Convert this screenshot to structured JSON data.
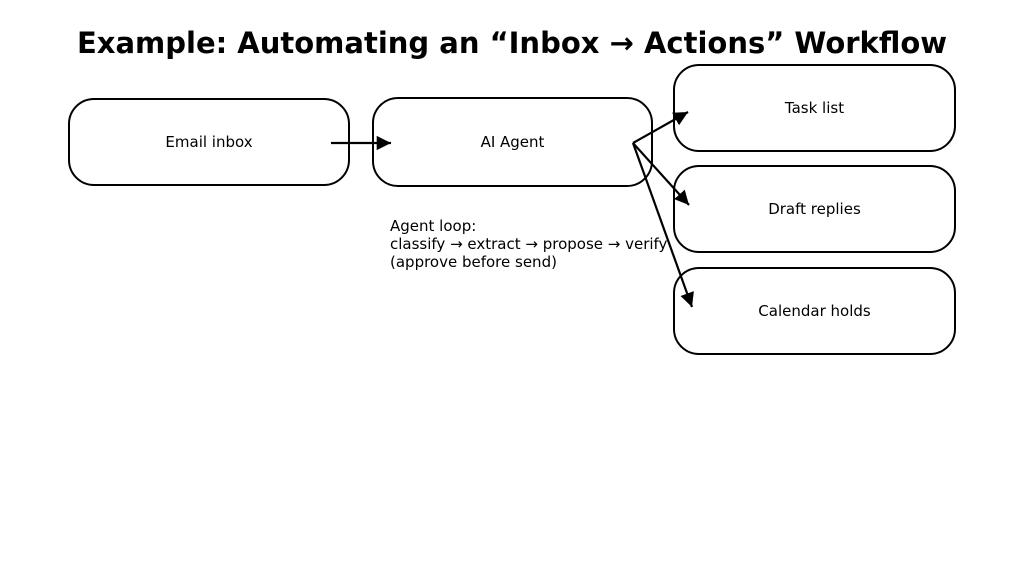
{
  "title": "Example: Automating an “Inbox → Actions” Workflow",
  "nodes": {
    "email_inbox": {
      "label": "Email inbox"
    },
    "ai_agent": {
      "label": "AI Agent"
    },
    "task_list": {
      "label": "Task list"
    },
    "draft_replies": {
      "label": "Draft replies"
    },
    "calendar_holds": {
      "label": "Calendar holds"
    }
  },
  "annotation": {
    "line1": "Agent loop:",
    "line2": "classify → extract → propose → verify",
    "line3": "(approve before send)"
  },
  "edges": [
    "email_inbox → ai_agent",
    "ai_agent → task_list",
    "ai_agent → draft_replies",
    "ai_agent → calendar_holds"
  ],
  "colors": {
    "background": "#ffffff",
    "stroke": "#000000",
    "text": "#000000"
  }
}
